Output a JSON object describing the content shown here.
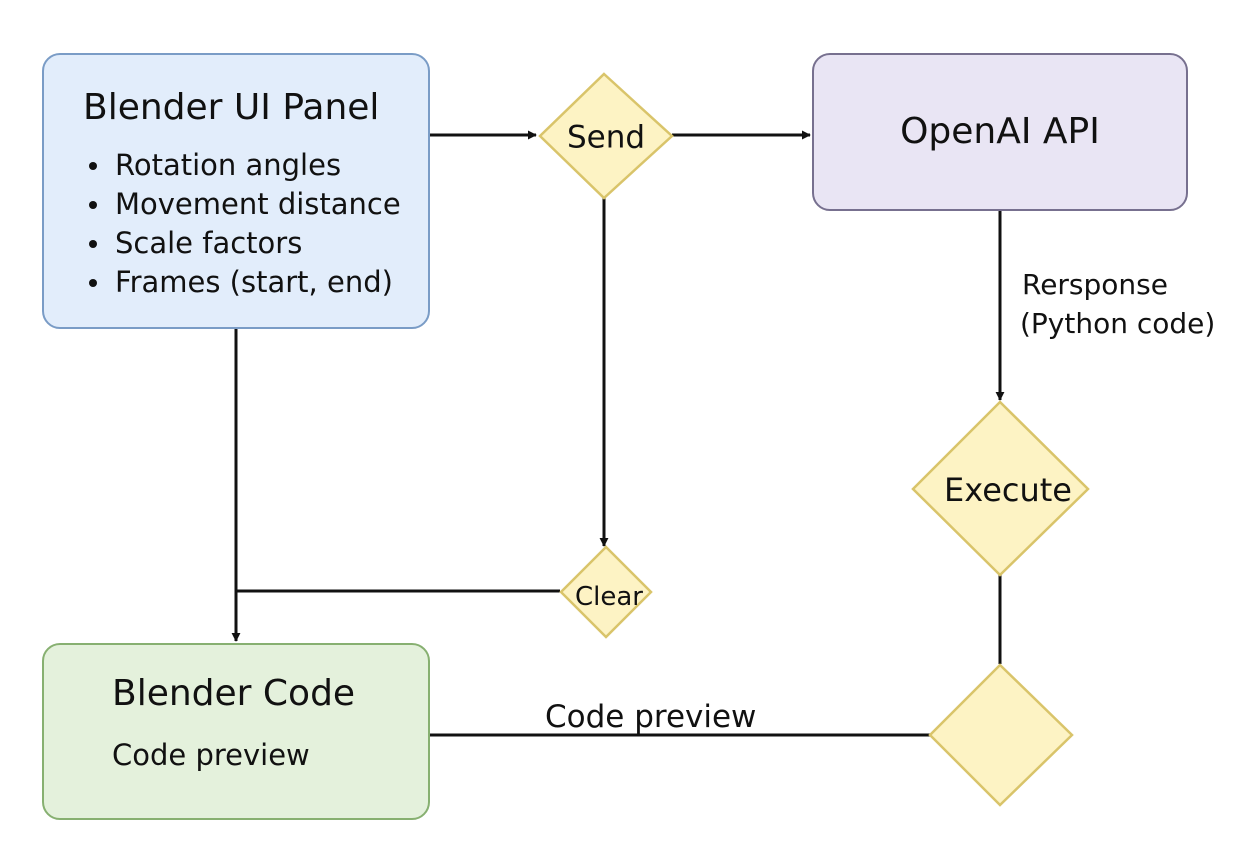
{
  "colors": {
    "panel_fill": "#e2edfb",
    "panel_stroke": "#7a9cc6",
    "api_fill": "#e9e5f4",
    "api_stroke": "#77708f",
    "code_fill": "#e4f1dc",
    "code_stroke": "#87b071",
    "decision_fill": "#fdf3c4",
    "decision_stroke": "#d9c46a",
    "line": "#111111"
  },
  "nodes": {
    "ui_panel": {
      "title": "Blender UI Panel",
      "items": [
        "Rotation angles",
        "Movement distance",
        "Scale factors",
        "Frames (start, end)"
      ]
    },
    "openai_api": {
      "title": "OpenAI API"
    },
    "blender_code": {
      "title": "Blender Code",
      "subtitle": "Code preview"
    },
    "send": {
      "label": "Send"
    },
    "clear": {
      "label": "Clear"
    },
    "execute": {
      "label": "Execute"
    },
    "unlabeled_decision": {
      "label": ""
    }
  },
  "edges": {
    "response_label_line1": "Rersponse",
    "response_label_line2": "(Python code)",
    "code_preview_label": "Code preview"
  }
}
